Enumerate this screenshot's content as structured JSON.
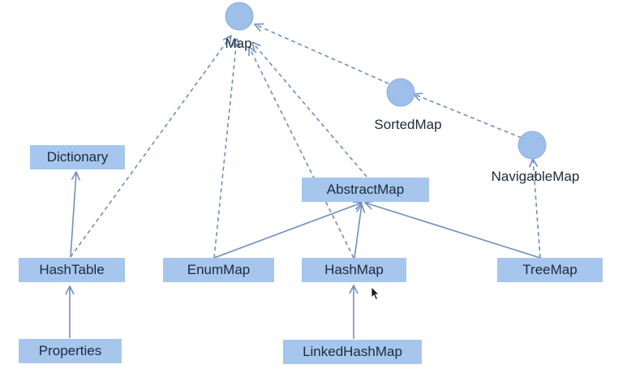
{
  "colors": {
    "box_fill": "#a6c6ee",
    "interface_fill": "#9dbfea",
    "edge": "#6f8fbf",
    "text": "#1e2a3a"
  },
  "interfaces": {
    "map": {
      "label": "Map"
    },
    "sorted_map": {
      "label": "SortedMap"
    },
    "navigable_map": {
      "label": "NavigableMap"
    }
  },
  "classes": {
    "dictionary": {
      "label": "Dictionary"
    },
    "abstract_map": {
      "label": "AbstractMap"
    },
    "hash_table": {
      "label": "HashTable"
    },
    "enum_map": {
      "label": "EnumMap"
    },
    "hash_map": {
      "label": "HashMap"
    },
    "tree_map": {
      "label": "TreeMap"
    },
    "properties": {
      "label": "Properties"
    },
    "linked_hash_map": {
      "label": "LinkedHashMap"
    }
  },
  "relations": [
    {
      "from": "hash_table",
      "to": "dictionary",
      "kind": "extends"
    },
    {
      "from": "properties",
      "to": "hash_table",
      "kind": "extends"
    },
    {
      "from": "enum_map",
      "to": "abstract_map",
      "kind": "extends"
    },
    {
      "from": "hash_map",
      "to": "abstract_map",
      "kind": "extends"
    },
    {
      "from": "tree_map",
      "to": "abstract_map",
      "kind": "extends"
    },
    {
      "from": "linked_hash_map",
      "to": "hash_map",
      "kind": "extends"
    },
    {
      "from": "hash_table",
      "to": "map",
      "kind": "implements"
    },
    {
      "from": "enum_map",
      "to": "map",
      "kind": "implements"
    },
    {
      "from": "abstract_map",
      "to": "map",
      "kind": "implements"
    },
    {
      "from": "hash_map",
      "to": "map",
      "kind": "implements"
    },
    {
      "from": "sorted_map",
      "to": "map",
      "kind": "implements"
    },
    {
      "from": "navigable_map",
      "to": "sorted_map",
      "kind": "implements"
    },
    {
      "from": "tree_map",
      "to": "navigable_map",
      "kind": "implements"
    }
  ]
}
